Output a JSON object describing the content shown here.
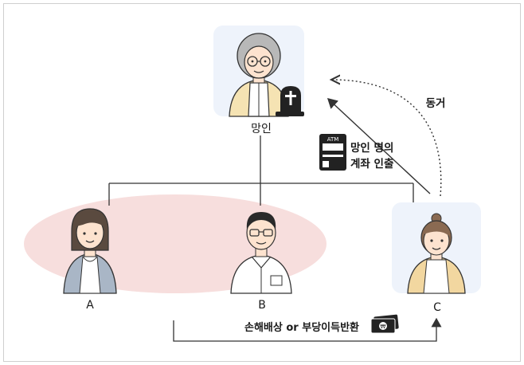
{
  "deceased": {
    "label": "망인"
  },
  "persons": [
    {
      "id": "a",
      "label": "A"
    },
    {
      "id": "b",
      "label": "B"
    },
    {
      "id": "c",
      "label": "C"
    }
  ],
  "withdrawal": {
    "label_line1": "망인 명의",
    "label_line2": "계좌 인출",
    "atm_text": "ATM"
  },
  "motive": {
    "label": "동거"
  },
  "claim": {
    "label": "손해배상 or 부당이득반환"
  },
  "colors": {
    "heirs_oval": "#f7dedd",
    "card_bg": "#eef3fb",
    "line": "#333333"
  }
}
